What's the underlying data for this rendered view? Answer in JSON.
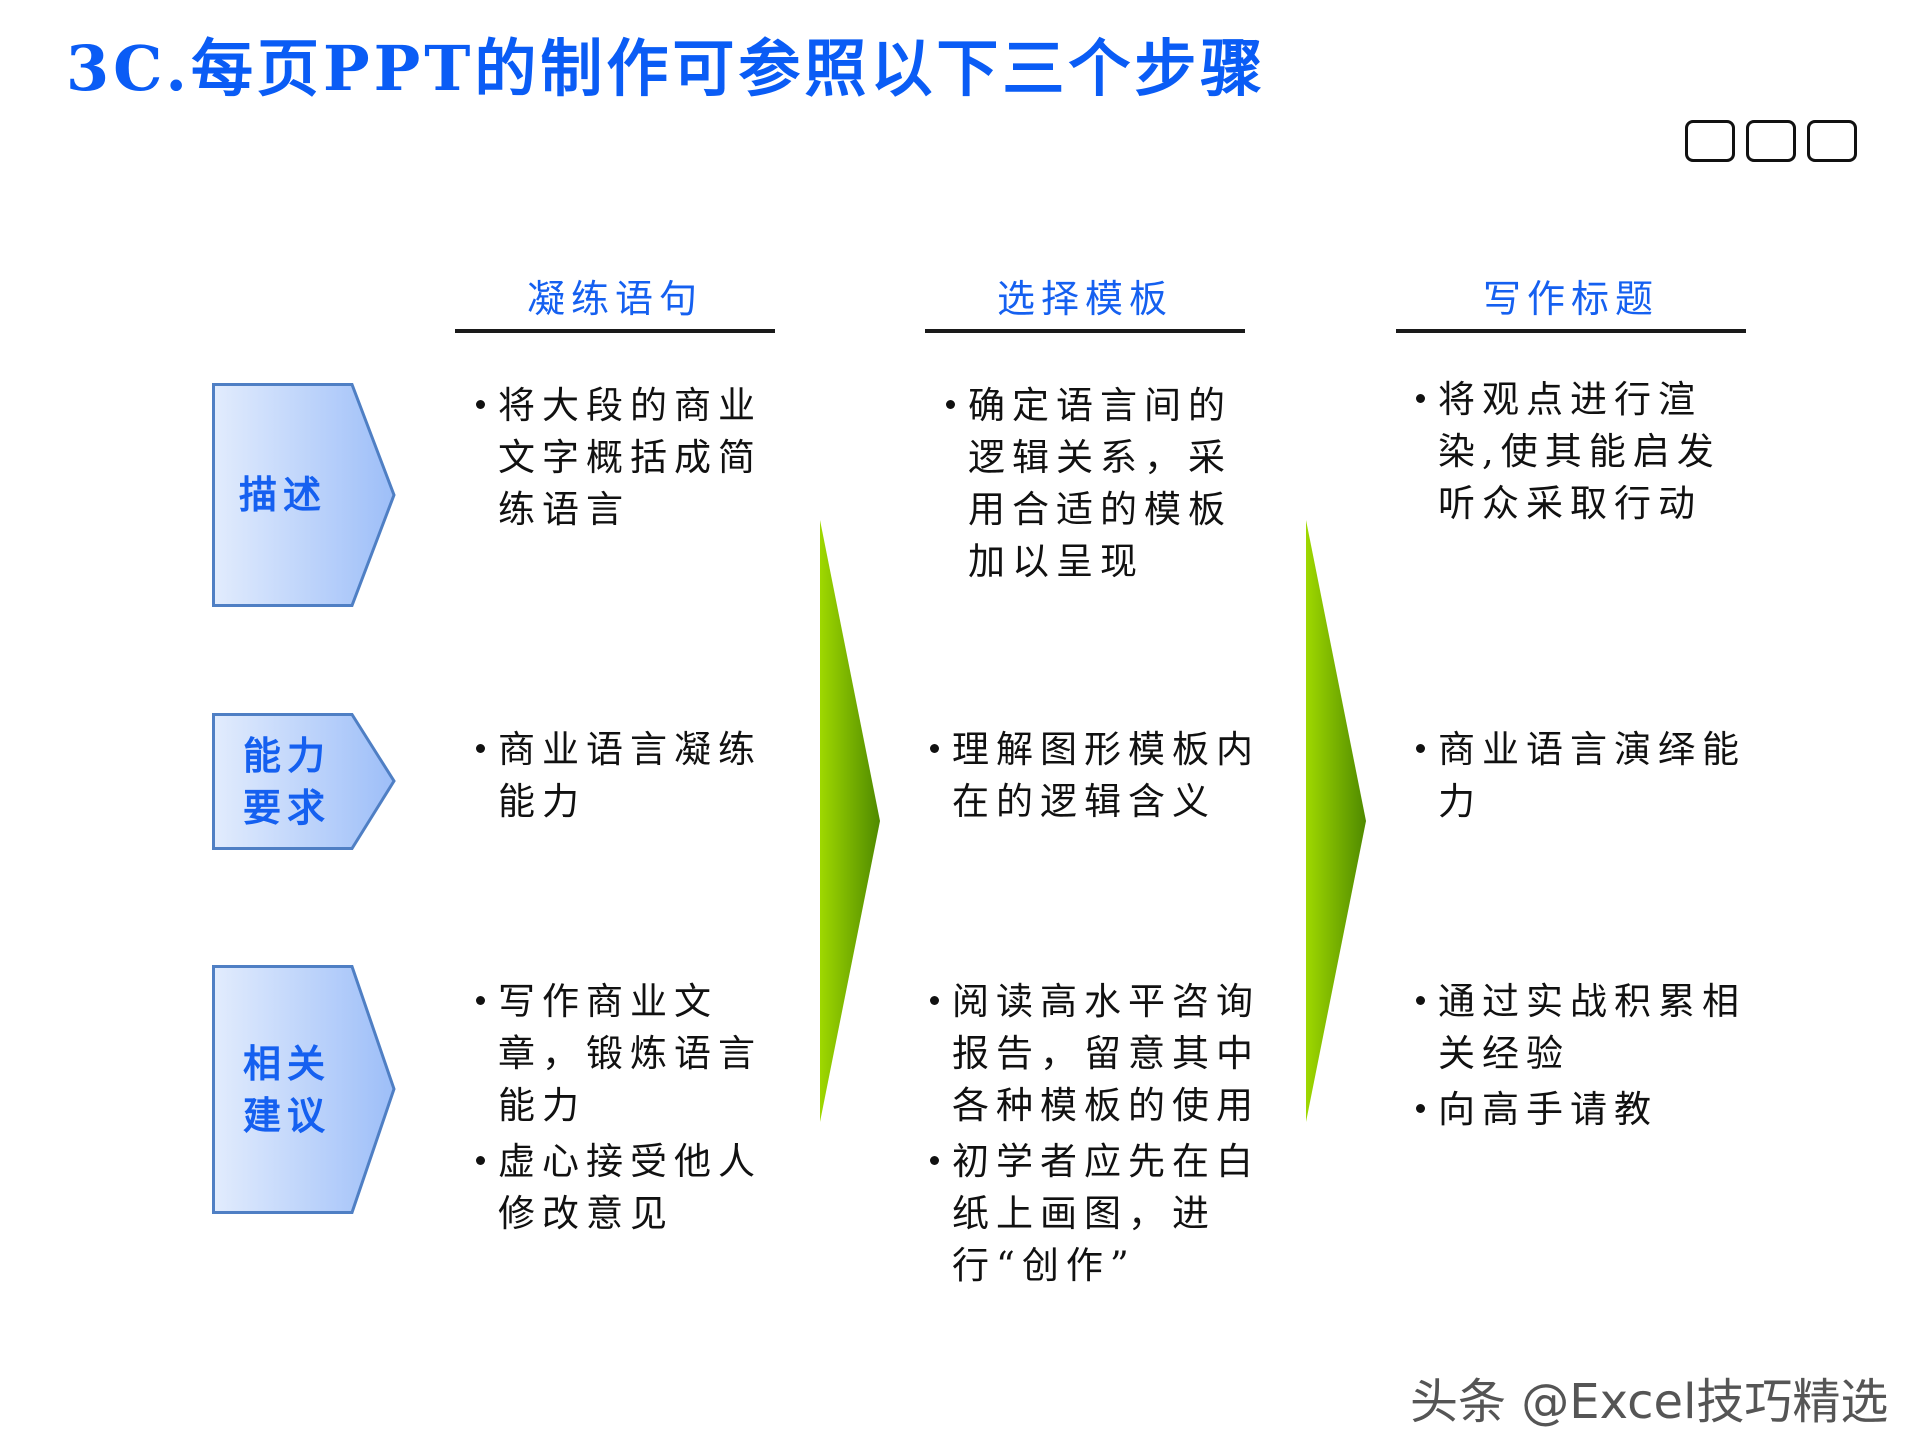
{
  "title": "3C.每页PPT的制作可参照以下三个步骤",
  "columns": [
    "凝练语句",
    "选择模板",
    "写作标题"
  ],
  "rows": [
    {
      "label": "描述",
      "cells": [
        [
          "将大段的商业文字概括成简练语言"
        ],
        [
          "确定语言间的逻辑关系，采用合适的模板加以呈现"
        ],
        [
          "将观点进行渲染,使其能启发听众采取行动"
        ]
      ]
    },
    {
      "label": "能力要求",
      "cells": [
        [
          "商业语言凝练能力"
        ],
        [
          "理解图形模板内在的逻辑含义"
        ],
        [
          "商业语言演绎能力"
        ]
      ]
    },
    {
      "label": "相关建议",
      "cells": [
        [
          "写作商业文章，锻炼语言能力",
          "虚心接受他人修改意见"
        ],
        [
          "阅读高水平咨询报告，留意其中各种模板的使用",
          "初学者应先在白纸上画图，进行“创作”"
        ],
        [
          "通过实战积累相关经验",
          "向高手请教"
        ]
      ]
    }
  ],
  "watermark": "头条 @Excel技巧精选",
  "colors": {
    "accent": "#0a5cf5",
    "arrow": "#8cc800"
  }
}
